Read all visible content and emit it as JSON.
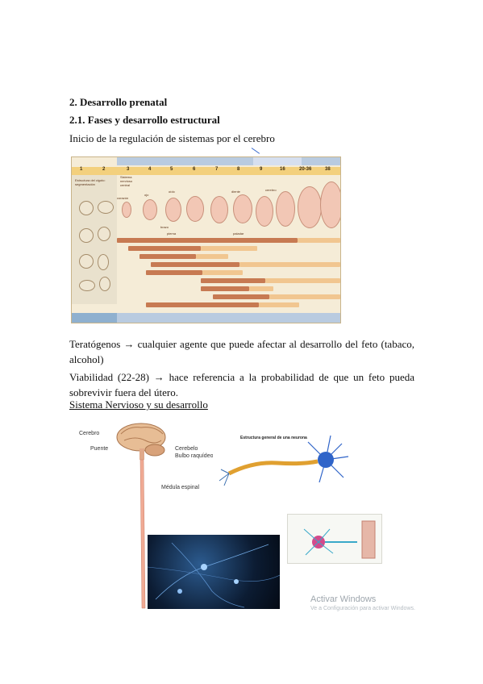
{
  "section": {
    "heading": "2. Desarrollo prenatal",
    "subheading": "2.1. Fases y desarrollo estructural",
    "intro": "Inicio de la regulación de sistemas por el cerebro"
  },
  "figure_prenatal": {
    "weeks": [
      "1",
      "2",
      "3",
      "4",
      "5",
      "6",
      "7",
      "8",
      "9",
      "16",
      "20-36",
      "38"
    ],
    "panel_labels": [
      "Estructura del cigoto: segmentación",
      "Sistema nervioso central"
    ],
    "embryo_labels": [
      "corazón",
      "ojo",
      "oído",
      "brazo",
      "pierna",
      "diente",
      "paladar",
      "cerebro"
    ]
  },
  "paragraphs": {
    "teratogenos": "Teratógenos → cualquier agente que puede afectar al desarrollo del feto (tabaco, alcohol)",
    "viabilidad": "Viabilidad (22-28) → hace referencia a la probabilidad de que un feto pueda sobrevivir fuera del útero."
  },
  "nervous": {
    "title": "Sistema Nervioso y su desarrollo",
    "labels": {
      "cerebro": "Cerebro",
      "puente": "Puente",
      "cerebelo": "Cerebelo",
      "bulbo": "Bulbo raquídeo",
      "medula": "Médula espinal"
    },
    "neuron_title": "Estructura general de una neurona"
  },
  "watermark": {
    "line1": "Activar Windows",
    "line2": "Ve a Configuración para activar Windows."
  }
}
